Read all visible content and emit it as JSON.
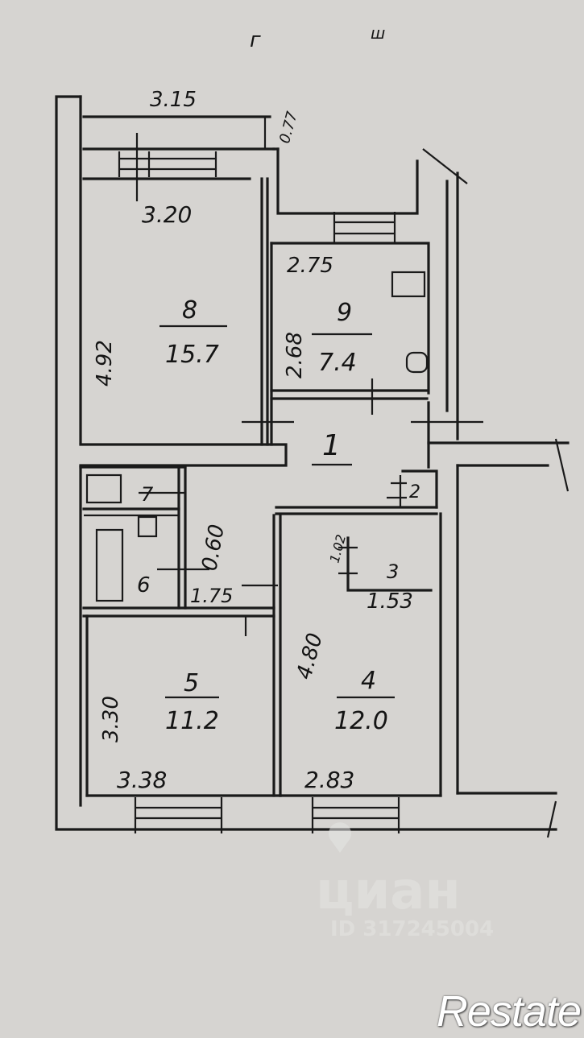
{
  "floorplan": {
    "background_color": "#d6d4d1",
    "line_color": "#1a1a1a",
    "rooms": [
      {
        "number": "8",
        "area": "15.7",
        "dims": [
          "3.20",
          "4.92"
        ]
      },
      {
        "number": "9",
        "area": "7.4",
        "dims": [
          "2.75",
          "2.68"
        ]
      },
      {
        "number": "1",
        "area": "",
        "dims": []
      },
      {
        "number": "2",
        "area": "",
        "dims": []
      },
      {
        "number": "3",
        "area": "",
        "dims": [
          "1.53",
          "1.02"
        ]
      },
      {
        "number": "4",
        "area": "12.0",
        "dims": [
          "2.83",
          "4.80"
        ]
      },
      {
        "number": "5",
        "area": "11.2",
        "dims": [
          "3.38",
          "3.30"
        ]
      },
      {
        "number": "6",
        "area": "",
        "dims": [
          "1.75"
        ]
      },
      {
        "number": "7",
        "area": "",
        "dims": [
          "0.60"
        ]
      }
    ],
    "balcony": {
      "width": "3.15",
      "depth": "0.77"
    },
    "top_marks": [
      "г",
      "ш"
    ]
  },
  "watermark": {
    "brand": "циан",
    "listing_id": "ID 317245004"
  },
  "logo": {
    "text": "Restate"
  }
}
